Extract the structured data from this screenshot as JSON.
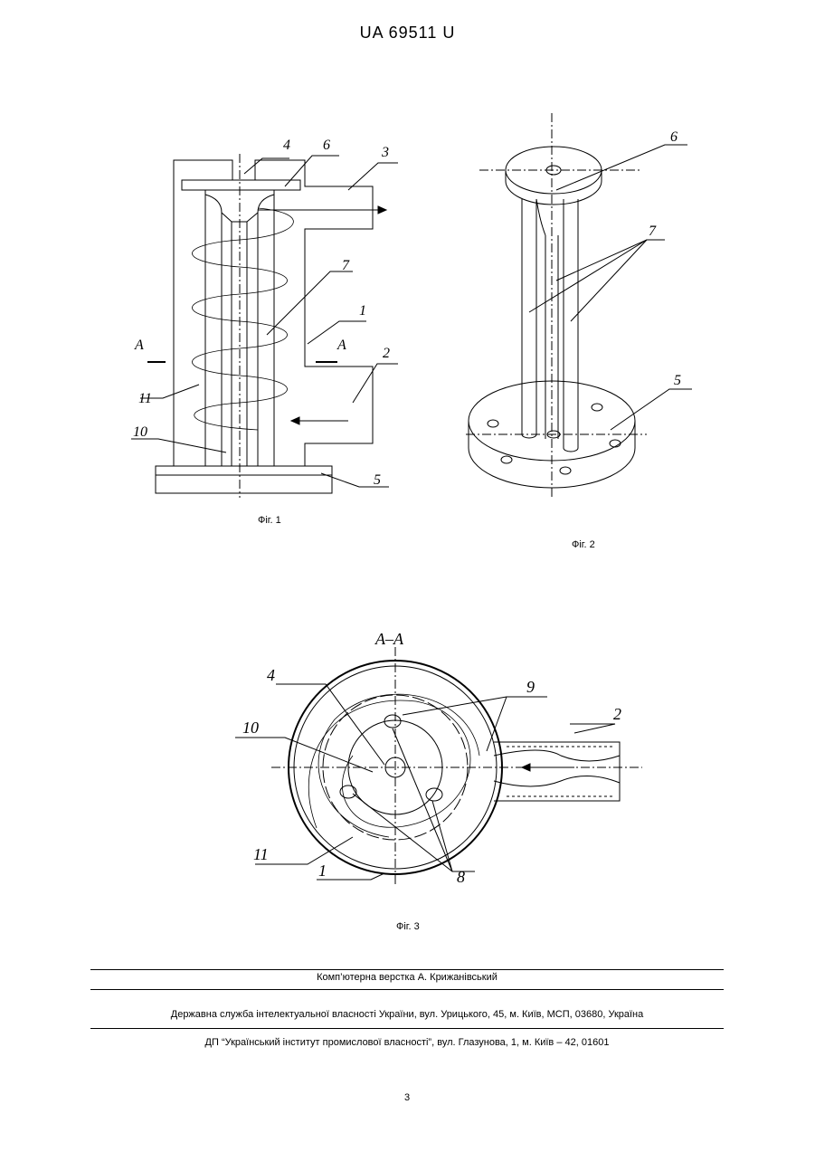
{
  "header": {
    "doc_id": "UA   69511   U"
  },
  "figures": [
    {
      "caption": "Фіг. 1",
      "labels": [
        "4",
        "6",
        "3",
        "7",
        "1",
        "2",
        "11",
        "10",
        "5",
        "A",
        "A"
      ]
    },
    {
      "caption": "Фіг. 2",
      "labels": [
        "6",
        "7",
        "5"
      ]
    },
    {
      "caption": "Фіг. 3",
      "section": "A–A",
      "labels": [
        "4",
        "9",
        "10",
        "2",
        "11",
        "1",
        "8"
      ]
    }
  ],
  "footer": {
    "typesetting": "Комп’ютерна верстка А. Крижанівський",
    "service": "Державна служба інтелектуальної власності України, вул. Урицького, 45, м. Київ, МСП, 03680, Україна",
    "institute": "ДП “Український інститут промислової власності”, вул. Глазунова, 1, м. Київ – 42, 01601",
    "page_number": "3"
  }
}
